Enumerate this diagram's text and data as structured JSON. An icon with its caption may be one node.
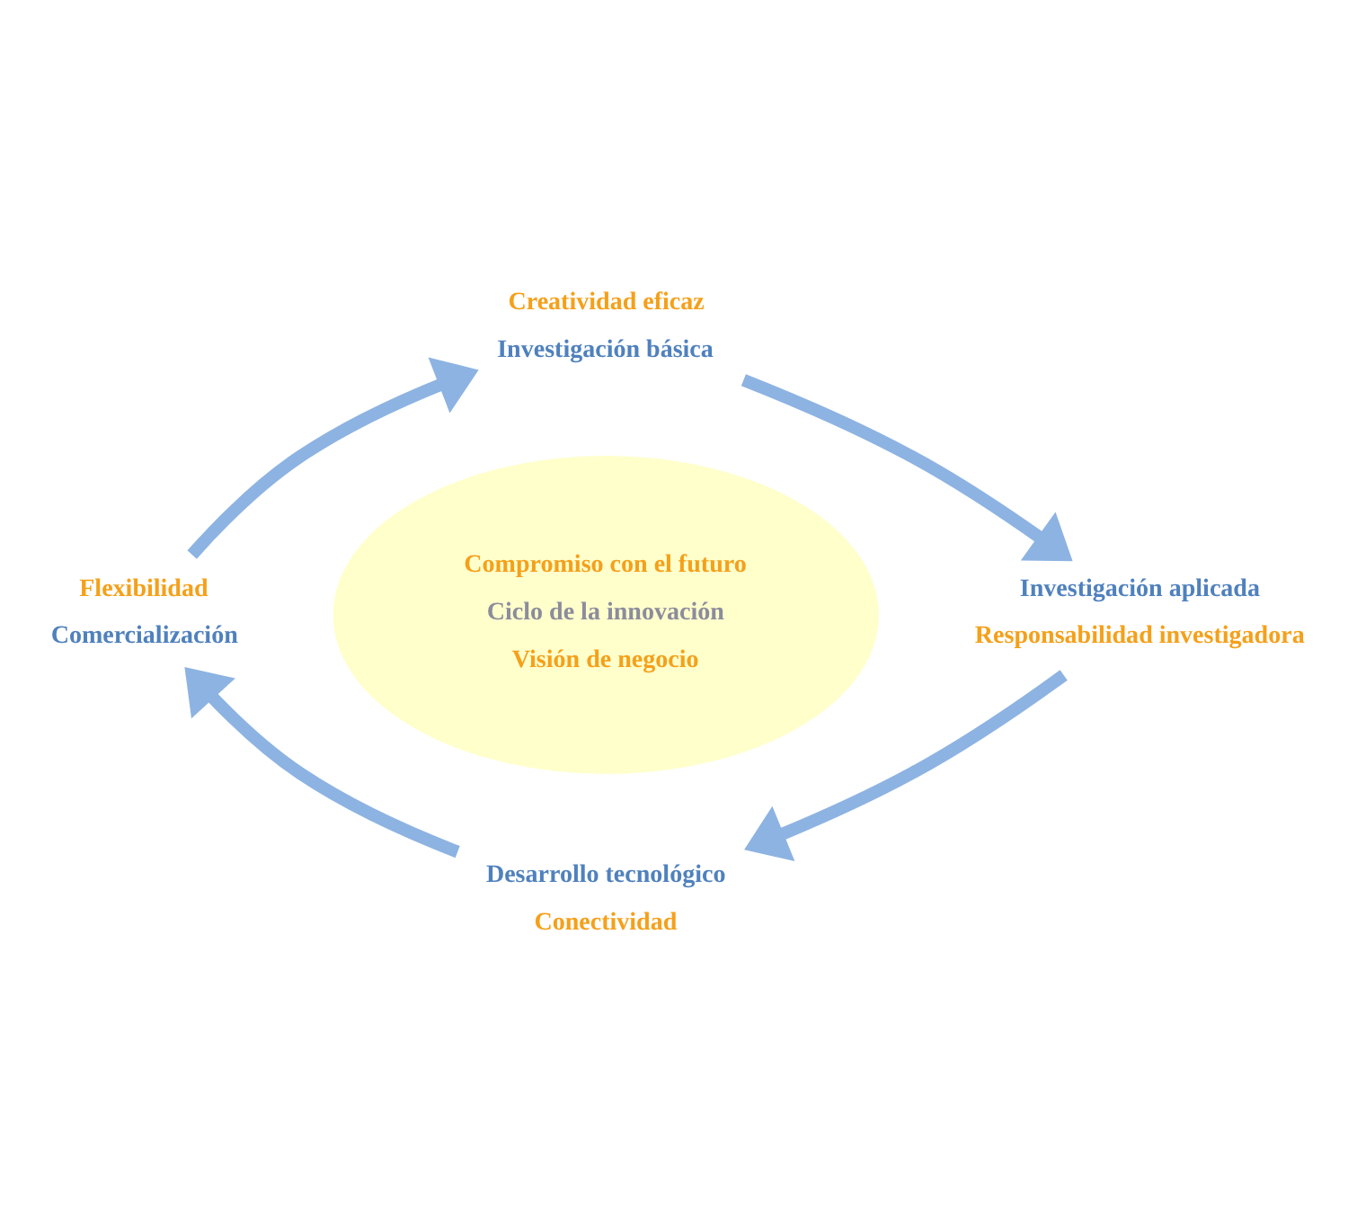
{
  "diagram": {
    "nodes": [
      {
        "text": [
          "Creatividad eficaz",
          "Investigación básica"
        ]
      },
      {
        "text": [
          "Flexibilidad",
          "Comercialización"
        ]
      },
      {
        "text": [
          "Compromiso con el futuro",
          "Ciclo de la innovación",
          "Visión de negocio"
        ]
      },
      {
        "text": [
          "Investigación aplicada",
          "Responsabilidad investigadora"
        ]
      },
      {
        "text": [
          "Desarrollo tecnológico",
          "Conectividad"
        ]
      }
    ],
    "edges": [
      {
        "from": 0,
        "to": 3,
        "arrow": "to"
      },
      {
        "from": 3,
        "to": 4,
        "arrow": "to"
      },
      {
        "from": 4,
        "to": 1,
        "arrow": "to"
      },
      {
        "from": 1,
        "to": 0,
        "arrow": "to"
      }
    ]
  }
}
